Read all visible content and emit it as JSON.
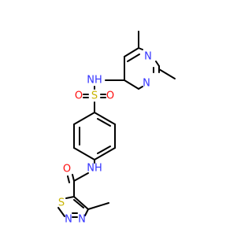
{
  "colors": {
    "bond": "#000000",
    "N": "#3333ff",
    "O": "#ff0d0d",
    "S": "#c8b400",
    "background": "#ffffff"
  },
  "atoms": {
    "n_pym1": "N",
    "n_pym3": "N",
    "nh_sulfonamide": "NH",
    "s_sulfonyl": "S",
    "o_sulfonyl_left": "O",
    "o_sulfonyl_right": "O",
    "nh_amide": "NH",
    "o_carbonyl": "O",
    "s_thiadiazole": "S",
    "n_thiadiazole_2": "N",
    "n_thiadiazole_3": "N"
  }
}
